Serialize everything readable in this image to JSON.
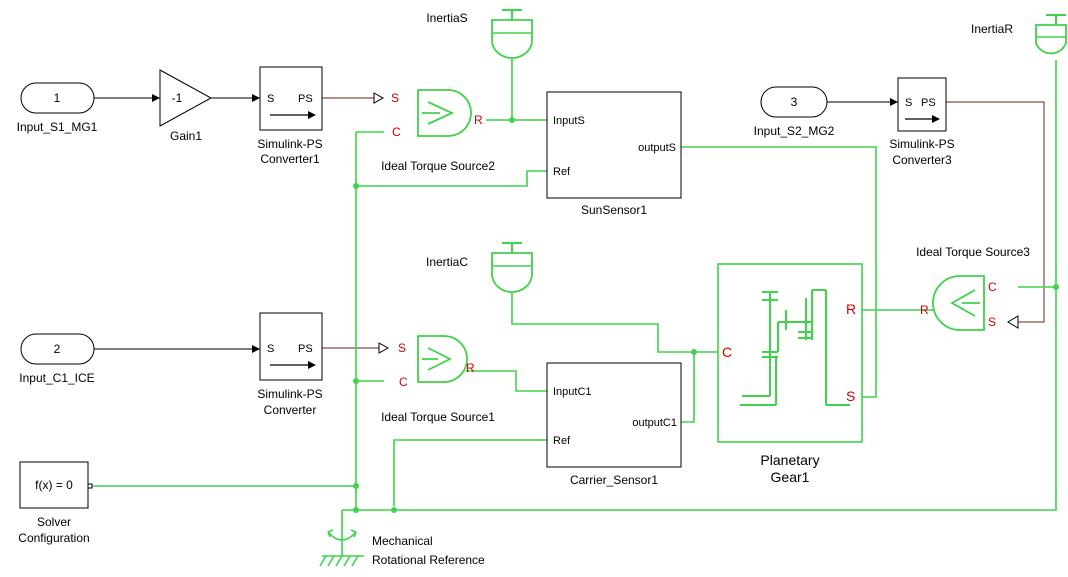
{
  "colors": {
    "physical_line": "#3ed34a",
    "signal_line": "#000000",
    "ps_line": "#8b4a3e",
    "port_label": "#d40000"
  },
  "inports": [
    {
      "number": "1",
      "name": "Input_S1_MG1"
    },
    {
      "number": "2",
      "name": "Input_C1_ICE"
    },
    {
      "number": "3",
      "name": "Input_S2_MG2"
    }
  ],
  "gain": {
    "value": "-1",
    "name": "Gain1"
  },
  "converters": {
    "conv1": {
      "in": "S",
      "out": "PS",
      "name_l1": "Simulink-PS",
      "name_l2": "Converter1"
    },
    "conv0": {
      "in": "S",
      "out": "PS",
      "name_l1": "Simulink-PS",
      "name_l2": "Converter"
    },
    "conv3": {
      "in": "S",
      "out": "PS",
      "name_l1": "Simulink-PS",
      "name_l2": "Converter3"
    }
  },
  "torque_sources": {
    "ts2": {
      "name": "Ideal Torque Source2",
      "s": "S",
      "c": "C",
      "r": "R"
    },
    "ts1": {
      "name": "Ideal Torque Source1",
      "s": "S",
      "c": "C",
      "r": "R"
    },
    "ts3": {
      "name": "Ideal Torque Source3",
      "s": "S",
      "c": "C",
      "r": "R"
    }
  },
  "inertias": {
    "s": "InertiaS",
    "r": "InertiaR",
    "c": "InertiaC"
  },
  "sensors": {
    "sun": {
      "in": "InputS",
      "out": "outputS",
      "ref": "Ref",
      "name": "SunSensor1"
    },
    "carrier": {
      "in": "InputC1",
      "out": "outputC1",
      "ref": "Ref",
      "name": "Carrier_Sensor1"
    }
  },
  "planetary": {
    "r": "R",
    "c": "C",
    "s": "S",
    "name_l1": "Planetary",
    "name_l2": "Gear1"
  },
  "solver": {
    "expr": "f(x) = 0",
    "name_l1": "Solver",
    "name_l2": "Configuration"
  },
  "reference": {
    "name_l1": "Mechanical",
    "name_l2": "Rotational Reference"
  }
}
